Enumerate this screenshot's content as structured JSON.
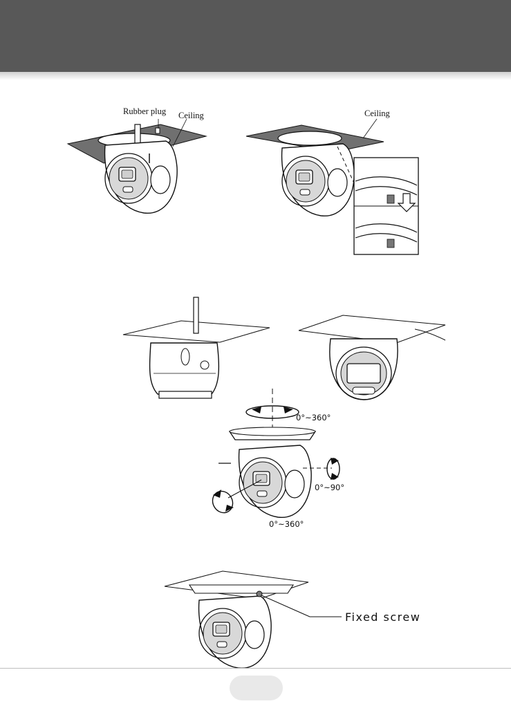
{
  "labels": {
    "rubber_plug": "Rubber plug",
    "ceiling_left": "Ceiling",
    "ceiling_right": "Ceiling",
    "pan_range": "0°~360°",
    "tilt_range": "0°~90°",
    "rotate_range": "0°~360°",
    "fixed_screw": "Fixed screw"
  },
  "page_number": "",
  "colors": {
    "header": "#585858",
    "ceiling_plate": "#6e6e6e",
    "line": "#111111"
  }
}
